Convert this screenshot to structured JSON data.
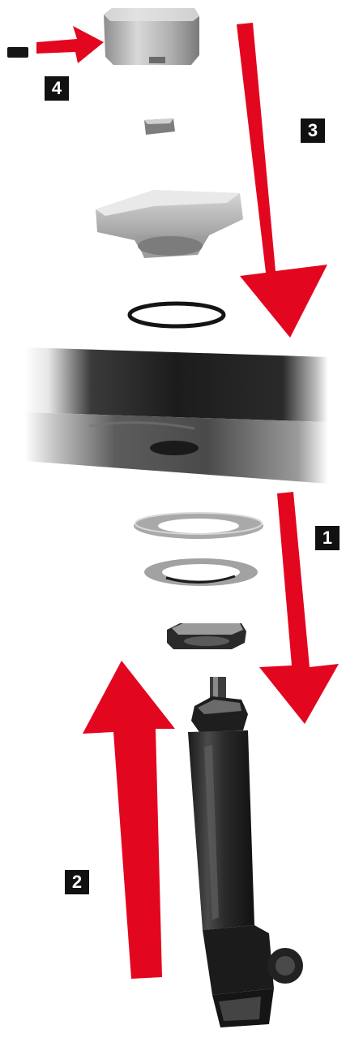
{
  "steps": [
    {
      "id": "step-1",
      "label": "1"
    },
    {
      "id": "step-2",
      "label": "2"
    },
    {
      "id": "step-3",
      "label": "3"
    },
    {
      "id": "step-4",
      "label": "4"
    }
  ],
  "colors": {
    "arrow": "#e3061f",
    "badge_bg": "#111111",
    "badge_text": "#ffffff",
    "metal_light": "#c9c9c9",
    "metal_mid": "#9a9a9a",
    "metal_dark": "#5a5a5a",
    "panel_dark": "#1b1b1b",
    "sensor_body": "#2a2a2a"
  },
  "parts": [
    {
      "name": "small-pin",
      "kind": "pin"
    },
    {
      "name": "top-cap",
      "kind": "block"
    },
    {
      "name": "small-nut",
      "kind": "nut"
    },
    {
      "name": "flange-bushing",
      "kind": "flange"
    },
    {
      "name": "o-ring",
      "kind": "ring"
    },
    {
      "name": "mounting-panel",
      "kind": "panel"
    },
    {
      "name": "washer-1",
      "kind": "washer"
    },
    {
      "name": "washer-2",
      "kind": "washer"
    },
    {
      "name": "hex-nut",
      "kind": "nut"
    },
    {
      "name": "sensor-probe",
      "kind": "probe"
    }
  ]
}
